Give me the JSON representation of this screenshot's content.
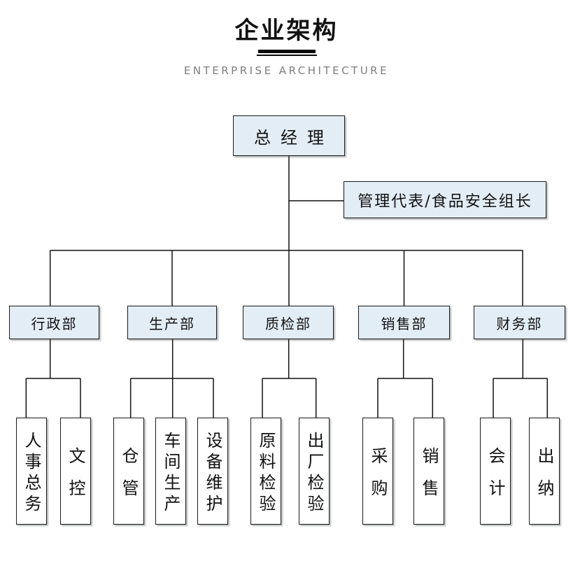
{
  "title": "企业架构",
  "subtitle": "ENTERPRISE ARCHITECTURE",
  "colors": {
    "box_fill": "#e3edf6",
    "box_border": "#1a1a1a",
    "connector_line": "#111111",
    "title_text": "#111111",
    "subtitle_text": "#7d7d7d",
    "underline": "#0a0a0a"
  },
  "org": {
    "root": {
      "label": "总经理"
    },
    "staff": {
      "label": "管理代表/食品安全组长"
    },
    "departments": [
      {
        "label": "行政部",
        "children": [
          {
            "label": "人事总务"
          },
          {
            "label": "文控"
          }
        ]
      },
      {
        "label": "生产部",
        "children": [
          {
            "label": "仓管"
          },
          {
            "label": "车间生产"
          },
          {
            "label": "设备维护"
          }
        ]
      },
      {
        "label": "质检部",
        "children": [
          {
            "label": "原料检验"
          },
          {
            "label": "出厂检验"
          }
        ]
      },
      {
        "label": "销售部",
        "children": [
          {
            "label": "采购"
          },
          {
            "label": "销售"
          }
        ]
      },
      {
        "label": "财务部",
        "children": [
          {
            "label": "会计"
          },
          {
            "label": "出纳"
          }
        ]
      }
    ]
  }
}
